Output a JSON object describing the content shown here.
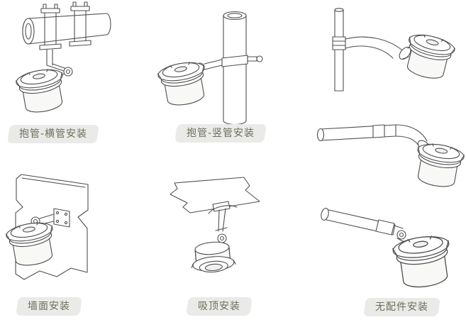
{
  "page": {
    "background": "#ffffff",
    "line_color": "#4f4f4f",
    "tag_bg": "#eaeae8",
    "tag_text_color": "#6e6e5c"
  },
  "panels": [
    {
      "name": "pipe-horizontal-mount",
      "label": "抱管-横管安装",
      "drawing": "device-clamped-under-horizontal-pipe"
    },
    {
      "name": "pipe-vertical-mount",
      "label": "抱管-竖管安装",
      "drawing": "device-clamped-to-vertical-pipe"
    },
    {
      "name": "elbow-from-vertical-pipe",
      "drawing": "conduit-elbow-from-vertical-pipe-to-device"
    },
    {
      "name": "elbow-from-horizontal-pipe",
      "drawing": "conduit-elbow-from-horizontal-pipe-to-device"
    },
    {
      "name": "wall-mount",
      "label": "墙面安装",
      "drawing": "device-on-wall-bracket"
    },
    {
      "name": "ceiling-mount",
      "label": "吸顶安装",
      "drawing": "device-hung-from-ceiling-bracket"
    },
    {
      "name": "no-accessory-mount",
      "label": "无配件安装",
      "drawing": "device-directly-on-pipe"
    }
  ]
}
